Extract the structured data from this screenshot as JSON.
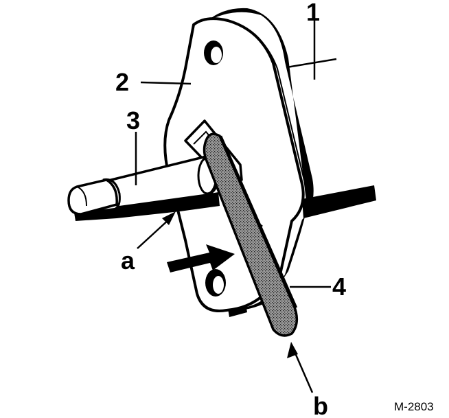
{
  "callouts": {
    "c1": "1",
    "c2": "2",
    "c3": "3",
    "c4": "4",
    "ca": "a",
    "cb": "b"
  },
  "reference": "M-2803",
  "colors": {
    "ink": "#000000",
    "paper": "#ffffff",
    "shade": "#6f6f6f"
  }
}
